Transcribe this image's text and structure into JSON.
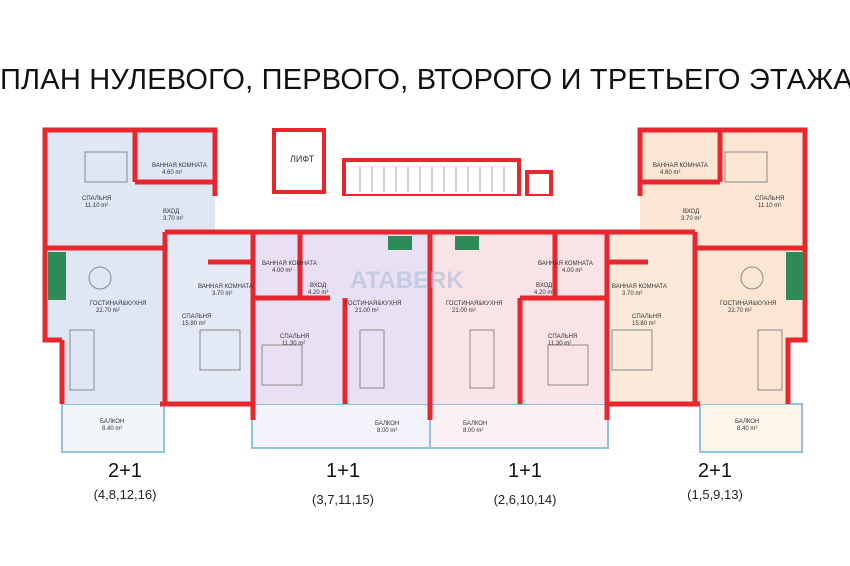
{
  "title": "ПЛАН НУЛЕВОГО, ПЕРВОГО, ВТОРОГО И ТРЕТЬЕГО ЭТАЖА",
  "core": {
    "lift": "ЛИФТ"
  },
  "watermark": "ATABERK",
  "colors": {
    "wall": "#e8262e",
    "blue_fill": "#dfe6f4",
    "violet_fill": "#e9e1f3",
    "pink_fill": "#f9e3e6",
    "peach_fill": "#fbe6d4",
    "balcony_edge": "#8fc4dc"
  },
  "apartments": [
    {
      "type": "2+1",
      "numbers": "(4,8,12,16)",
      "rooms": {
        "bedroom_a": {
          "name": "СПАЛЬНЯ",
          "area": "11.10 m²"
        },
        "bath_a": {
          "name": "ВАННАЯ КОМНАТА",
          "area": "4.60 m²"
        },
        "entry": {
          "name": "ВХОД",
          "area": "3.70 m²"
        },
        "living": {
          "name": "ГОСТИНАЯ&КУХНЯ",
          "area": "22.70 m²"
        },
        "bath_b": {
          "name": "ВАННАЯ КОМНАТА",
          "area": "3.70 m²"
        },
        "bedroom_b": {
          "name": "СПАЛЬНЯ",
          "area": "15.80 m²"
        },
        "balcony": {
          "name": "БАЛКОН",
          "area": "8.40 m²"
        }
      }
    },
    {
      "type": "1+1",
      "numbers": "(3,7,11,15)",
      "rooms": {
        "bath": {
          "name": "ВАННАЯ КОМНАТА",
          "area": "4.00 m²"
        },
        "entry": {
          "name": "ВХОД",
          "area": "4.20 m²"
        },
        "living": {
          "name": "ГОСТИНАЯ&КУХНЯ",
          "area": "21.00 m²"
        },
        "bedroom": {
          "name": "СПАЛЬНЯ",
          "area": "11.30 m²"
        },
        "balcony": {
          "name": "БАЛКОН",
          "area": "8.00 m²"
        }
      }
    },
    {
      "type": "1+1",
      "numbers": "(2,6,10,14)",
      "rooms": {
        "bath": {
          "name": "ВАННАЯ КОМНАТА",
          "area": "4.00 m²"
        },
        "entry": {
          "name": "ВХОД",
          "area": "4.20 m²"
        },
        "living": {
          "name": "ГОСТИНАЯ&КУХНЯ",
          "area": "21.00 m²"
        },
        "bedroom": {
          "name": "СПАЛЬНЯ",
          "area": "11.30 m²"
        },
        "balcony": {
          "name": "БАЛКОН",
          "area": "8.00 m²"
        }
      }
    },
    {
      "type": "2+1",
      "numbers": "(1,5,9,13)",
      "rooms": {
        "bedroom_a": {
          "name": "СПАЛЬНЯ",
          "area": "11.10 m²"
        },
        "bath_a": {
          "name": "ВАННАЯ КОМНАТА",
          "area": "4.60 m²"
        },
        "entry": {
          "name": "ВХОД",
          "area": "3.70 m²"
        },
        "living": {
          "name": "ГОСТИНАЯ&КУХНЯ",
          "area": "22.70 m²"
        },
        "bath_b": {
          "name": "ВАННАЯ КОМНАТА",
          "area": "3.70 m²"
        },
        "bedroom_b": {
          "name": "СПАЛЬНЯ",
          "area": "15.80 m²"
        },
        "balcony": {
          "name": "БАЛКОН",
          "area": "8.40 m²"
        }
      }
    }
  ]
}
